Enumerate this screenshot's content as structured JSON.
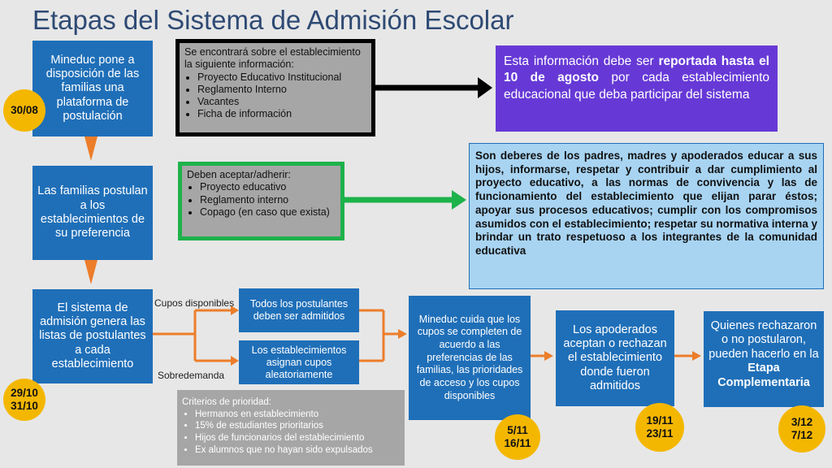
{
  "title": "Etapas del Sistema de Admisión Escolar",
  "box1": "Mineduc pone a disposición de las familias una plataforma de postulación",
  "box2": "Las familias postulan a los establecimientos de su preferencia",
  "box3": "El sistema de admisión genera las listas de postulantes a cada establecimiento",
  "date1": "30/08",
  "date2": [
    "29/10",
    "31/10"
  ],
  "info_box": {
    "intro": "Se encontrará sobre el establecimiento la siguiente información:",
    "items": [
      "Proyecto Educativo Institucional",
      "Reglamento Interno",
      "Vacantes",
      "Ficha de información"
    ]
  },
  "purple_box": {
    "pre": "Esta información debe ser ",
    "bold": "reportada hasta el 10 de agosto",
    "post": " por cada establecimiento educacional que deba participar del sistema"
  },
  "accept_box": {
    "intro": "Deben aceptar/adherir:",
    "items": [
      "Proyecto educativo",
      "Reglamento interno",
      "Copago (en caso que exista)"
    ]
  },
  "duties_box": "Son deberes de los padres, madres y apoderados educar a sus hijos, informarse, respetar y contribuir a dar cumplimiento al proyecto educativo, a las normas de convivencia y las de funcionamiento del establecimiento que elijan parar éstos; apoyar sus procesos educativos; cumplir con los compromisos asumidos con el establecimiento; respetar su normativa interna y brindar un trato respetuoso a los integrantes de la comunidad educativa",
  "branch_labels": {
    "top": "Cupos disponibles",
    "bottom": "Sobredemanda"
  },
  "all_admitted": "Todos los postulantes deben ser admitidos",
  "random_assign": "Los establecimientos asignan cupos aleatoriamente",
  "priority_box": {
    "intro": "Criterios de prioridad:",
    "items": [
      "Hermanos en establecimiento",
      "15% de estudiantes prioritarios",
      "Hijos de funcionarios del establecimiento",
      "Ex alumnos que no hayan sido expulsados"
    ]
  },
  "mineduc_box": "Mineduc cuida que los cupos se completen de acuerdo a las preferencias de las familias, las prioridades de acceso y los cupos disponibles",
  "date3": [
    "5/11",
    "16/11"
  ],
  "guardians_box": "Los apoderados aceptan o rechazan el establecimiento donde fueron admitidos",
  "date4": [
    "19/11",
    "23/11"
  ],
  "reject_box": {
    "pre": "Quienes rechazaron o no postularon, pueden hacerlo en la ",
    "bold": "Etapa Complementaria"
  },
  "date5": [
    "3/12",
    "7/12"
  ],
  "colors": {
    "blue": "#1f6fb8",
    "purple": "#6639d6",
    "light_blue": "#a8d4f2",
    "gray": "#a6a6a6",
    "orange": "#ec7d2a",
    "yellow": "#f4b700",
    "green": "#1db24a",
    "black": "#000000"
  }
}
